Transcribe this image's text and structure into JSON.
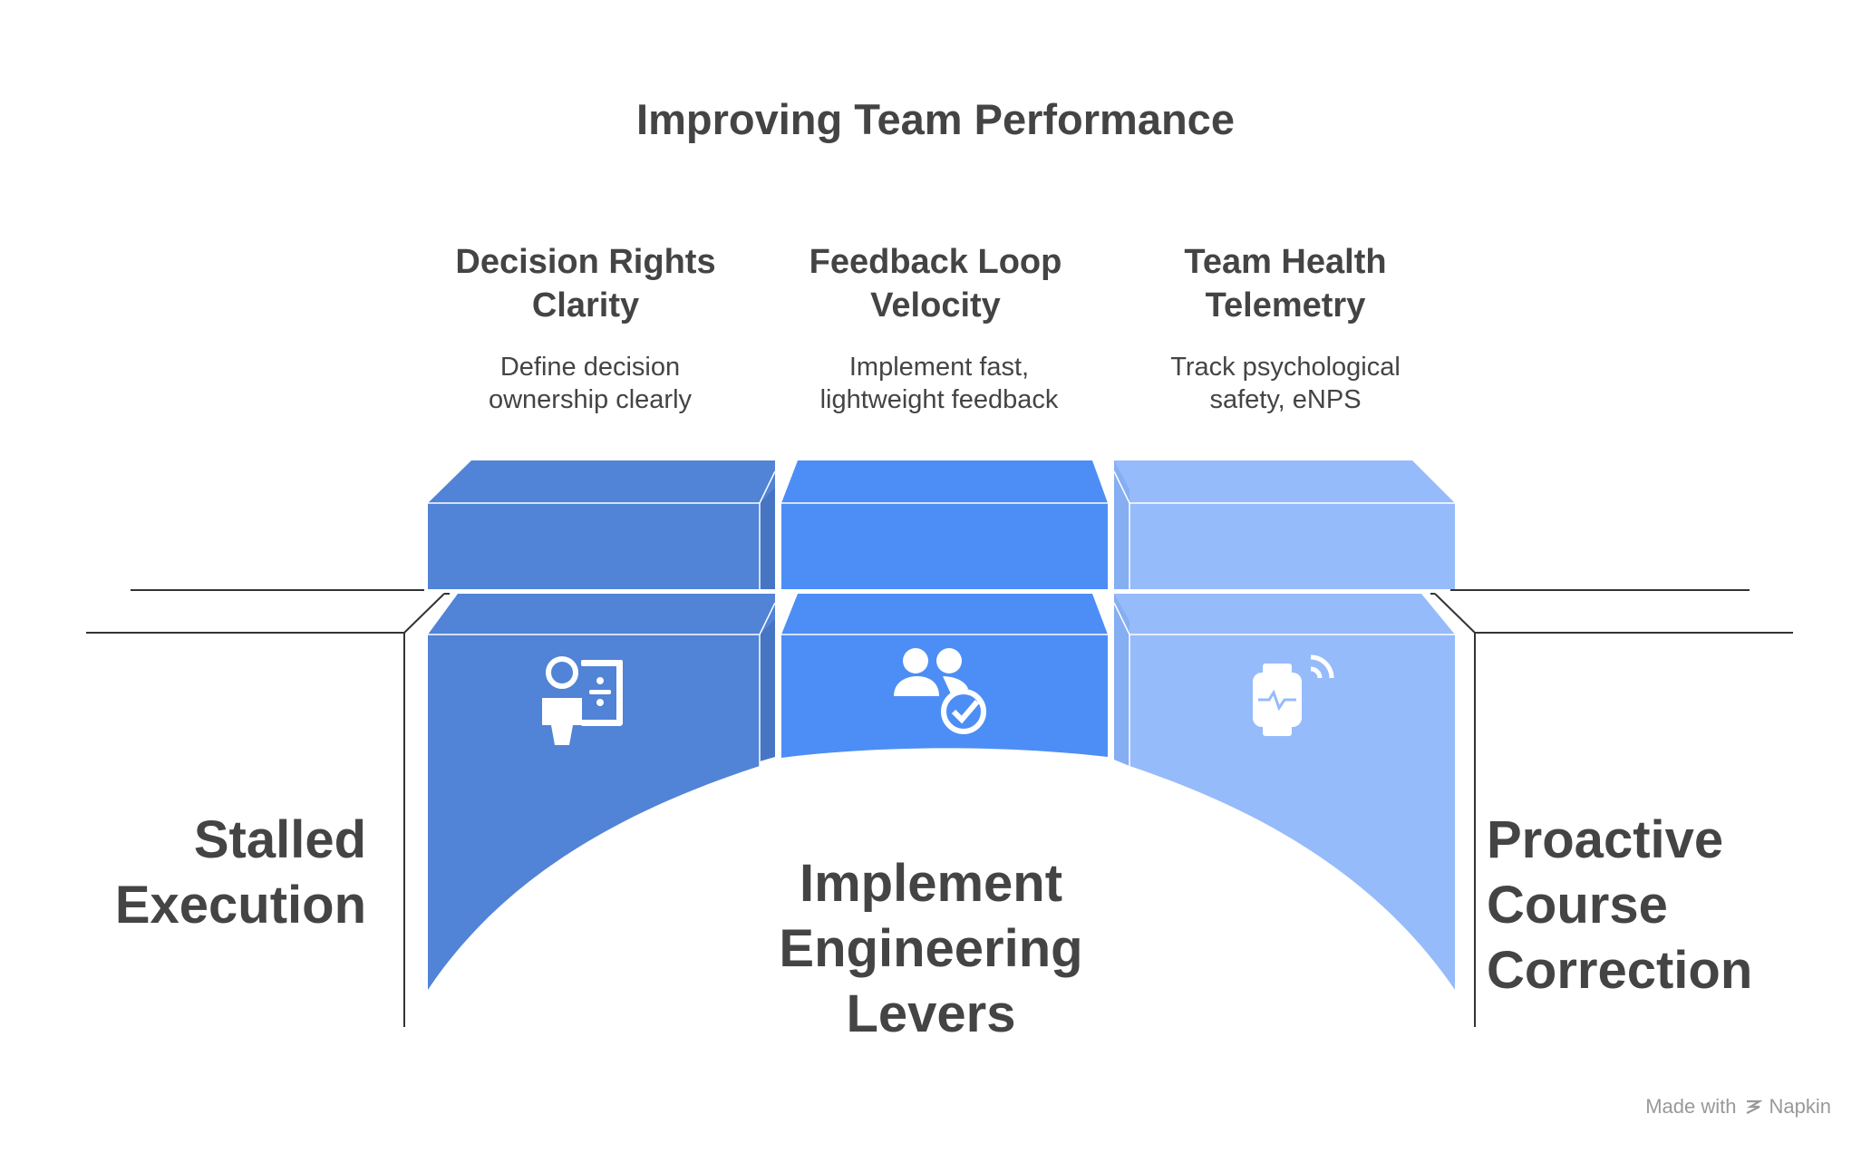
{
  "title": "Improving Team Performance",
  "levers": [
    {
      "title_lines": [
        "Decision Rights",
        "Clarity"
      ],
      "description_lines": [
        "Define decision",
        "ownership clearly"
      ],
      "icon": "decision-person-icon",
      "color": "#5183d6"
    },
    {
      "title_lines": [
        "Feedback Loop",
        "Velocity"
      ],
      "description_lines": [
        "Implement fast,",
        "lightweight feedback"
      ],
      "icon": "people-check-icon",
      "color": "#4c8ef5"
    },
    {
      "title_lines": [
        "Team Health",
        "Telemetry"
      ],
      "description_lines": [
        "Track psychological",
        "safety, eNPS"
      ],
      "icon": "smartwatch-signal-icon",
      "color": "#96bbfb"
    }
  ],
  "left_label_lines": [
    "Stalled",
    "Execution"
  ],
  "center_label_lines": [
    "Implement",
    "Engineering",
    "Levers"
  ],
  "right_label_lines": [
    "Proactive",
    "Course",
    "Correction"
  ],
  "footer": {
    "made_with": "Made with",
    "brand": "Napkin"
  }
}
